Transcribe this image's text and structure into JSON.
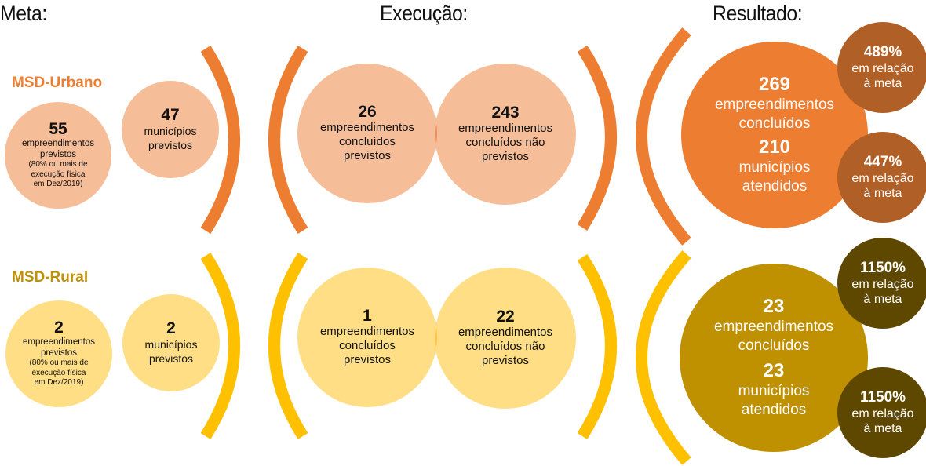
{
  "headers": {
    "meta": "Meta:",
    "execucao": "Execução:",
    "resultado": "Resultado:"
  },
  "colors": {
    "urban_light": "#F5BD98",
    "urban_bracket": "#ED7D31",
    "urban_result": "#ED7D31",
    "urban_pct": "#B05F26",
    "urban_label": "#ED7D31",
    "rural_light": "#FFDE85",
    "rural_bracket": "#FFC000",
    "rural_result": "#BF9000",
    "rural_pct": "#5E4800",
    "rural_label": "#BF9000"
  },
  "urbano": {
    "label": "MSD-Urbano",
    "meta": {
      "empreendimentos": {
        "value": "55",
        "text": "empreendimentos previstos",
        "note_1": "(80% ou mais de",
        "note_2": "execução física",
        "note_3": "em Dez/2019)"
      },
      "municipios": {
        "value": "47",
        "line1": "municípios",
        "line2": "previstos"
      }
    },
    "execucao": {
      "previstos": {
        "value": "26",
        "line1": "empreendimentos",
        "line2": "concluídos",
        "line3": "previstos"
      },
      "nao_previstos": {
        "value": "243",
        "line1": "empreendimentos",
        "line2": "concluídos não",
        "line3": "previstos"
      }
    },
    "resultado": {
      "empreendimentos": {
        "value": "269",
        "line1": "empreendimentos",
        "line2": "concluídos"
      },
      "municipios": {
        "value": "210",
        "line1": "municípios",
        "line2": "atendidos"
      },
      "pct_empreendimentos": {
        "value": "489%",
        "line1": "em relação",
        "line2": "à meta"
      },
      "pct_municipios": {
        "value": "447%",
        "line1": "em relação",
        "line2": "à meta"
      }
    }
  },
  "rural": {
    "label": "MSD-Rural",
    "meta": {
      "empreendimentos": {
        "value": "2",
        "text": "empreendimentos previstos",
        "note_1": "(80% ou mais de",
        "note_2": "execução física",
        "note_3": "em Dez/2019)"
      },
      "municipios": {
        "value": "2",
        "line1": "municípios",
        "line2": "previstos"
      }
    },
    "execucao": {
      "previstos": {
        "value": "1",
        "line1": "empreendimentos",
        "line2": "concluídos",
        "line3": "previstos"
      },
      "nao_previstos": {
        "value": "22",
        "line1": "empreendimentos",
        "line2": "concluídos não",
        "line3": "previstos"
      }
    },
    "resultado": {
      "empreendimentos": {
        "value": "23",
        "line1": "empreendimentos",
        "line2": "concluídos"
      },
      "municipios": {
        "value": "23",
        "line1": "municípios",
        "line2": "atendidos"
      },
      "pct_empreendimentos": {
        "value": "1150%",
        "line1": "em relação",
        "line2": "à meta"
      },
      "pct_municipios": {
        "value": "1150%",
        "line1": "em relação",
        "line2": "à meta"
      }
    }
  }
}
